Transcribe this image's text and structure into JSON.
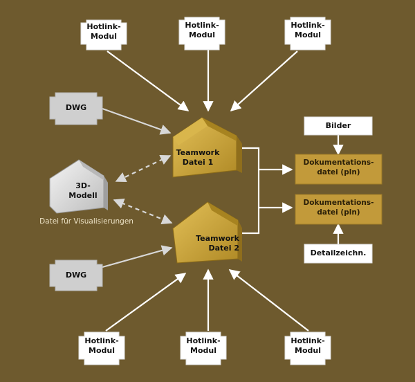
{
  "hotlink_modules_top": [
    {
      "line1": "Hotlink-",
      "line2": "Modul"
    },
    {
      "line1": "Hotlink-",
      "line2": "Modul"
    },
    {
      "line1": "Hotlink-",
      "line2": "Modul"
    }
  ],
  "hotlink_modules_bottom": [
    {
      "line1": "Hotlink-",
      "line2": "Modul"
    },
    {
      "line1": "Hotlink-",
      "line2": "Modul"
    },
    {
      "line1": "Hotlink-",
      "line2": "Modul"
    }
  ],
  "dwg_top": "DWG",
  "dwg_bottom": "DWG",
  "teamwork_1": {
    "line1": "Teamwork",
    "line2": "Datei 1"
  },
  "teamwork_2": {
    "line1": "Teamwork",
    "line2": "Datei 2"
  },
  "model_3d": {
    "line1": "3D-",
    "line2": "Modell"
  },
  "visualization_caption": "Datei für Visualisierungen",
  "doc_1": {
    "line1": "Dokumentations-",
    "line2": "datei (pln)"
  },
  "doc_2": {
    "line1": "Dokumentations-",
    "line2": "datei (pln)"
  },
  "images_label": "Bilder",
  "detail_label": "Detailzeichn.",
  "colors": {
    "background": "#6e5a2e",
    "gold": "#c9a43a",
    "doc_box": "#c29a3a",
    "gray": "#cfcfcf",
    "white": "#ffffff"
  }
}
